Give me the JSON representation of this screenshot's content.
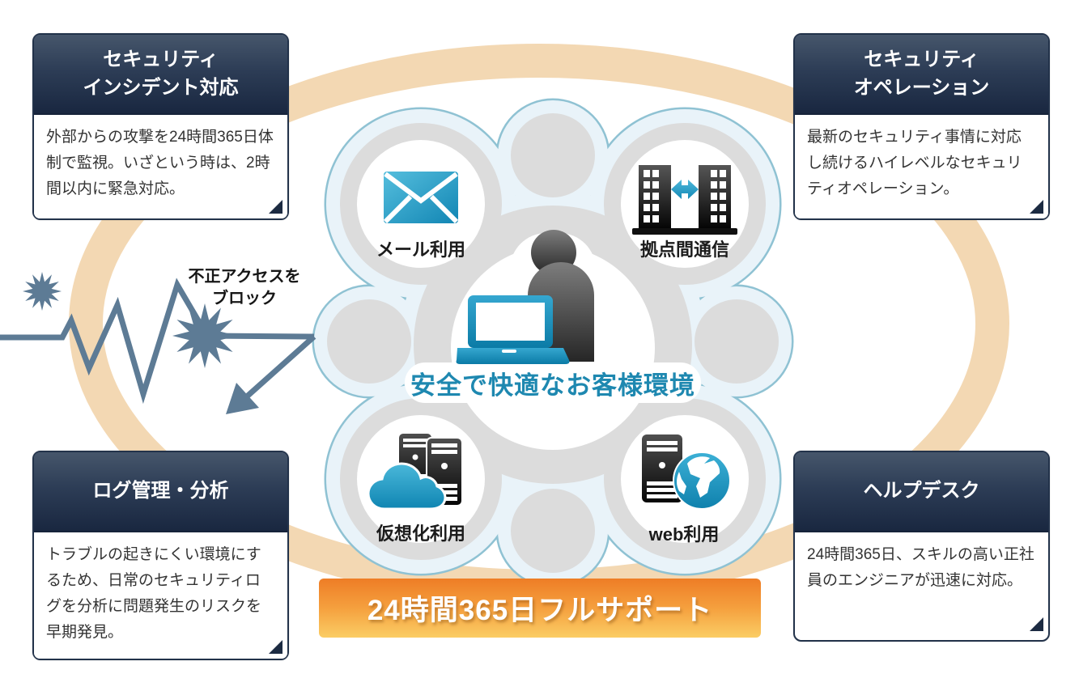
{
  "boxes": [
    {
      "id": "security-incident",
      "title": "セキュリティ\nインシデント対応",
      "body": "外部からの攻撃を24時間365日体制で監視。いざという時は、2時間以内に緊急対応。"
    },
    {
      "id": "security-operation",
      "title": "セキュリティ\nオペレーション",
      "body": "最新のセキュリティ事情に対応し続けるハイレベルなセキュリティオペレーション。"
    },
    {
      "id": "log-management",
      "title": "ログ管理・分析",
      "body": "トラブルの起きにくい環境にするため、日常のセキュリティログを分析に問題発生のリスクを早期発見。"
    },
    {
      "id": "help-desk",
      "title": "ヘルプデスク",
      "body": "24時間365日、スキルの高い正社員のエンジニアが迅速に対応。"
    }
  ],
  "center": {
    "caption": "安全で快適なお客様環境",
    "services": [
      {
        "label": "メール利用",
        "icon": "mail-icon"
      },
      {
        "label": "拠点間通信",
        "icon": "buildings-arrow-icon"
      },
      {
        "label": "仮想化利用",
        "icon": "cloud-servers-icon"
      },
      {
        "label": "web利用",
        "icon": "server-globe-icon"
      }
    ]
  },
  "attack_label": "不正アクセスを\nブロック",
  "banner": {
    "label": "24時間365日フルサポート"
  },
  "colors": {
    "accent_teal": "#1e88b0",
    "cloud_outline": "#8fc2d3",
    "cloud_fill": "#e9f3f9",
    "cloud_gray": "#dcdcdc",
    "ring_tan": "#f3d8b3",
    "attack_slate": "#5d7b95",
    "header_navy": "#1c2b42",
    "banner_orange_top": "#ee7d26",
    "banner_orange_bottom": "#fbcd65"
  }
}
